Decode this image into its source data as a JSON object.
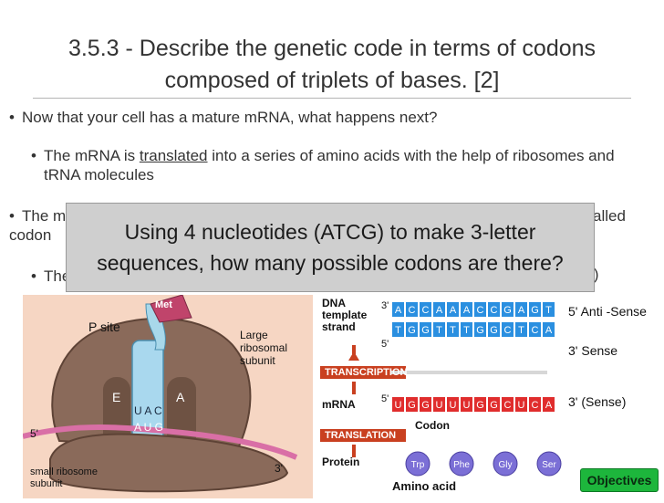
{
  "title": {
    "line1": "3.5.3 - Describe the genetic code in terms of codons",
    "line2": "composed of triplets of bases. [2]"
  },
  "bullets": {
    "b1": "Now that your cell has a mature mRNA, what happens next?",
    "b2_pre": "The mRNA is ",
    "b2_link": "translated",
    "b2_post": " into a series of amino acids with the help of ribosomes and tRNA molecules",
    "b3_start": "The m",
    "b3_end": "alled",
    "b3_line2": "codon",
    "b4_start": "The",
    "b4_end": "on)"
  },
  "popup": {
    "line1": "Using 4 nucleotides (ATCG) to make 3-letter",
    "line2": "sequences, how many possible codons are there?"
  },
  "ribosome_figure": {
    "p_site": "P site",
    "met": "Met",
    "large_line1": "Large",
    "large_line2": "ribosomal",
    "large_line3": "subunit",
    "site_e": "E",
    "site_a": "A",
    "anticodon": "U A C",
    "codon": "A U G",
    "five_prime": "5'",
    "three_prime": "3'",
    "small_line1": "small ribosome",
    "small_line2": "subunit"
  },
  "diagram": {
    "dna_line1": "DNA",
    "dna_line2": "template",
    "dna_line3": "strand",
    "strand1_bases": [
      "A",
      "C",
      "C",
      "A",
      "A",
      "A",
      "C",
      "C",
      "G",
      "A",
      "G",
      "T"
    ],
    "strand2_bases": [
      "T",
      "G",
      "G",
      "T",
      "T",
      "T",
      "G",
      "G",
      "C",
      "T",
      "C",
      "A"
    ],
    "mrna_bases": [
      "U",
      "G",
      "G",
      "U",
      "U",
      "U",
      "G",
      "G",
      "C",
      "U",
      "C",
      "A"
    ],
    "transcription": "TRANSCRIPTION",
    "mrna": "mRNA",
    "codon": "Codon",
    "translation": "TRANSLATION",
    "protein": "Protein",
    "amino_acids": [
      "Trp",
      "Phe",
      "Gly",
      "Ser"
    ],
    "amino_acid_label": "Amino acid",
    "prime3": "3'",
    "prime5": "5'"
  },
  "side_labels": {
    "anti_sense": "Anti -Sense",
    "sense": "Sense",
    "sense_paren": "(Sense)"
  },
  "objectives_button": "Objectives",
  "colors": {
    "base_strand": "#2a8fe0",
    "mrna_strand": "#e02d2d",
    "banner": "#c94020",
    "objectives": "#1db63c"
  }
}
